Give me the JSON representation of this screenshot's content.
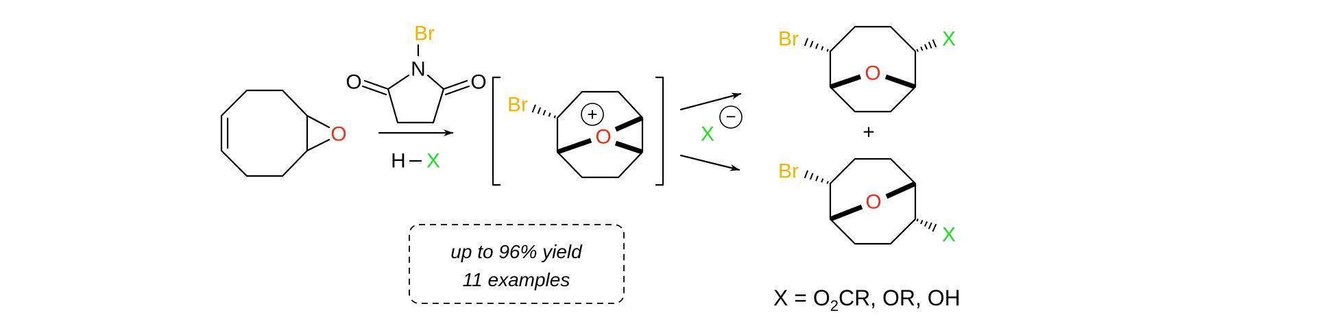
{
  "colors": {
    "bromine": "#f0b400",
    "x_group": "#22dd22",
    "oxygen": "#e8301c",
    "bond": "#000000"
  },
  "starting_material": {
    "oxygen": "O"
  },
  "reagent": {
    "bromine": "Br",
    "nitrogen": "N",
    "oxygen_left": "O",
    "oxygen_right": "O",
    "acid_h": "H",
    "acid_x": "X"
  },
  "intermediate": {
    "bromine": "Br",
    "oxygen": "O",
    "charge": "+"
  },
  "nucleophile": {
    "label": "X",
    "charge": "−"
  },
  "products": [
    {
      "bromine": "Br",
      "oxygen": "O",
      "x_group": "X"
    },
    {
      "bromine": "Br",
      "oxygen": "O",
      "x_group": "X"
    }
  ],
  "plus_sign": "+",
  "summary": {
    "yield": "up to 96% yield",
    "examples": "11 examples"
  },
  "definition": {
    "prefix": "X = O",
    "subscript": "2",
    "suffix": "CR, OR, OH"
  }
}
